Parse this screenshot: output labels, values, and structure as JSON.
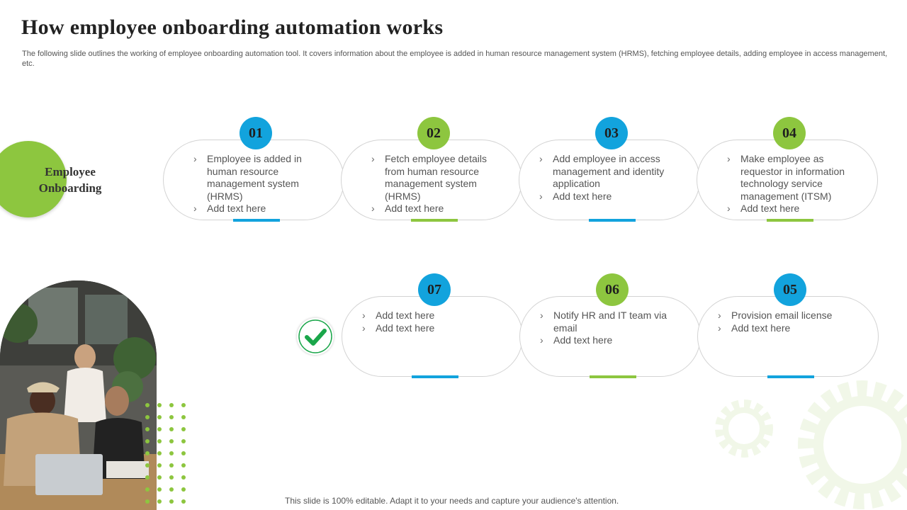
{
  "title": "How employee onboarding automation works",
  "subtitle": "The following slide outlines the working of employee onboarding automation tool. It covers information about the employee is added in human resource management system (HRMS), fetching employee details, adding employee in access management, etc.",
  "lead": {
    "label": "Employee Onboarding",
    "color": "#8dc63f"
  },
  "colors": {
    "blue": "#12a3dd",
    "green": "#8dc63f",
    "check": "#1aa64a"
  },
  "steps": [
    {
      "number": "01",
      "color": "blue",
      "items": [
        "Employee is added in human resource management system (HRMS)",
        "Add text here"
      ]
    },
    {
      "number": "02",
      "color": "green",
      "items": [
        "Fetch employee details from human resource management system (HRMS)",
        "Add text here"
      ]
    },
    {
      "number": "03",
      "color": "blue",
      "items": [
        "Add employee in access management and identity application",
        "Add text here"
      ]
    },
    {
      "number": "04",
      "color": "green",
      "items": [
        "Make employee as requestor in information technology service management (ITSM)",
        "Add text here"
      ]
    },
    {
      "number": "07",
      "color": "blue",
      "items": [
        "Add text here",
        "Add text here"
      ]
    },
    {
      "number": "06",
      "color": "green",
      "items": [
        "Notify HR and IT team via email",
        "Add text here"
      ]
    },
    {
      "number": "05",
      "color": "blue",
      "items": [
        "Provision email license",
        "Add text here"
      ]
    }
  ],
  "icons": {
    "check": "check-icon",
    "photo": "team-photo",
    "gear": "gear-icon",
    "dots": "dot-pattern"
  },
  "footer": "This slide is 100% editable. Adapt it to your needs and capture your audience's attention."
}
